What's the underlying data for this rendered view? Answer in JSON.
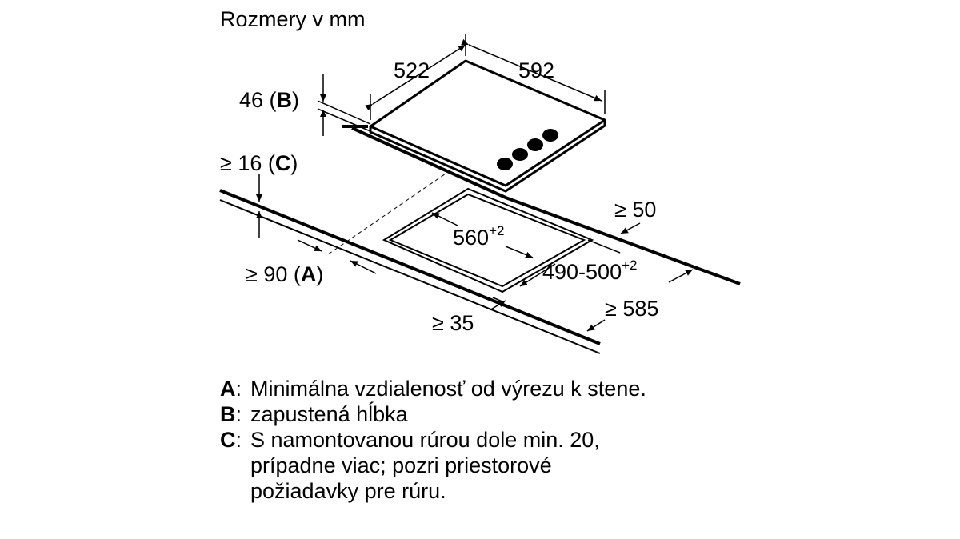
{
  "title": "Rozmery v mm",
  "dimensions": {
    "depth_top": "522",
    "width_top": "592",
    "height_b": "46 (",
    "height_b_key": "B",
    "height_b_close": ")",
    "clearance_c": "≥ 16 (",
    "clearance_c_key": "C",
    "clearance_c_close": ")",
    "wall_a": "≥ 90 (",
    "wall_a_key": "A",
    "wall_a_close": ")",
    "cutout_width": "560",
    "cutout_width_tol": "+2",
    "cutout_depth": "490-500",
    "cutout_depth_tol": "+2",
    "side_min": "≥ 50",
    "front_min": "≥ 35",
    "worktop_min": "≥ 585"
  },
  "legend": [
    {
      "key": "A",
      "sep": ":",
      "lines": [
        "Minimálna vzdialenosť od výrezu k stene."
      ]
    },
    {
      "key": "B",
      "sep": ":",
      "lines": [
        "zapustená hĺbka"
      ]
    },
    {
      "key": "C",
      "sep": ":",
      "lines": [
        "S namontovanou rúrou dole min. 20,",
        "prípadne viac; pozri priestorové",
        "požiadavky pre rúru."
      ]
    }
  ]
}
